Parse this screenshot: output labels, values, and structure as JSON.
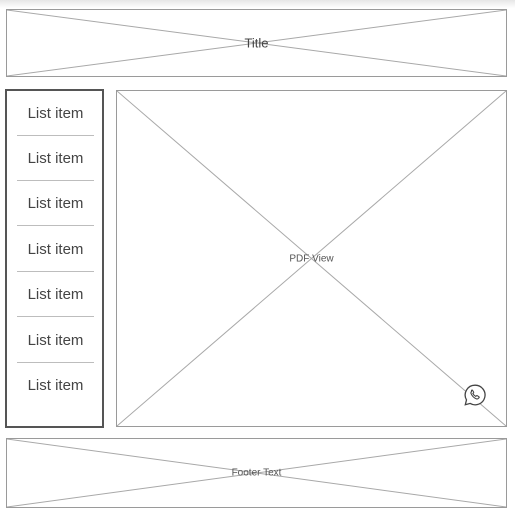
{
  "header": {
    "title": "Title"
  },
  "sidebar": {
    "items": [
      {
        "label": "List item"
      },
      {
        "label": "List item"
      },
      {
        "label": "List item"
      },
      {
        "label": "List item"
      },
      {
        "label": "List item"
      },
      {
        "label": "List item"
      },
      {
        "label": "List item"
      }
    ]
  },
  "main": {
    "viewer_label": "PDF View",
    "icon": "whatsapp-phone-icon"
  },
  "footer": {
    "text": "Footer Text"
  }
}
